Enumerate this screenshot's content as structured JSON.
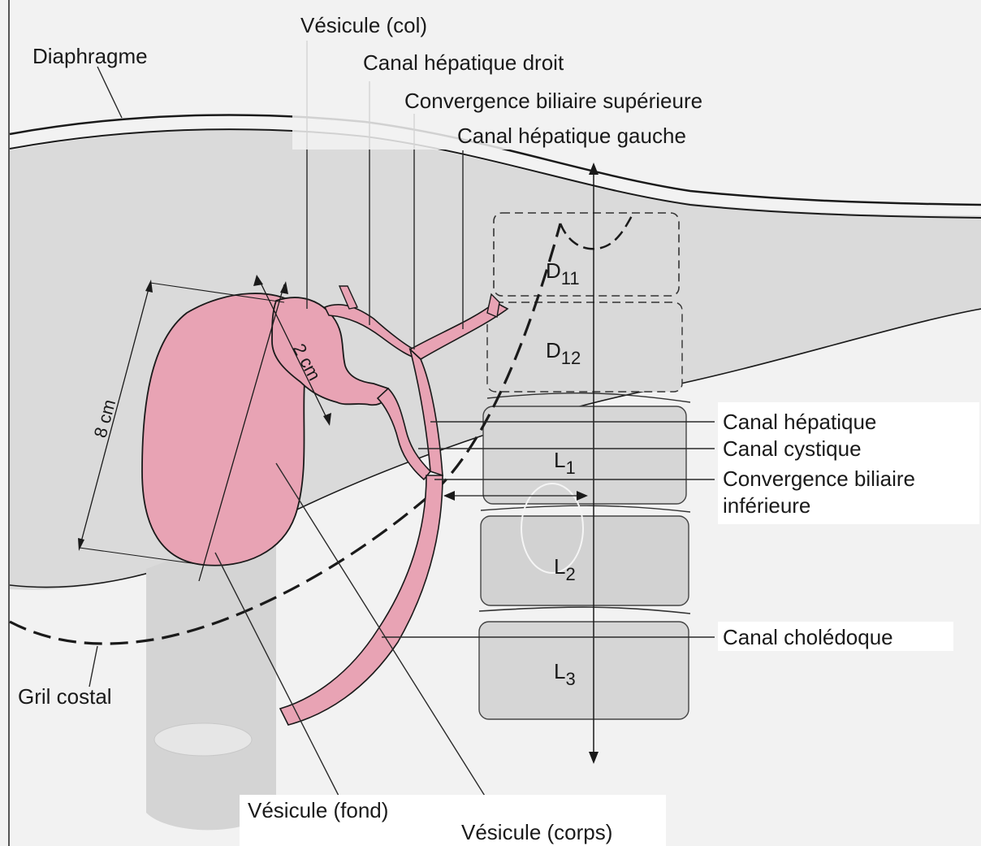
{
  "labels": {
    "vesicule_col": "Vésicule (col)",
    "diaphragme": "Diaphragme",
    "canal_hepatique_droit": "Canal hépatique droit",
    "convergence_superieure": "Convergence biliaire supérieure",
    "canal_hepatique_gauche": "Canal hépatique gauche",
    "canal_hepatique": "Canal hépatique",
    "canal_cystique": "Canal cystique",
    "convergence_inferieure_1": "Convergence biliaire",
    "convergence_inferieure_2": "inférieure",
    "canal_choledoque": "Canal cholédoque",
    "gril_costal": "Gril costal",
    "vesicule_fond": "Vésicule (fond)",
    "vesicule_corps": "Vésicule (corps)"
  },
  "measures": {
    "length_8cm": "8 cm",
    "length_2cm": "2 cm"
  },
  "vertebrae": {
    "d11_main": "D",
    "d11_sub": "11",
    "d12_main": "D",
    "d12_sub": "12",
    "l1_main": "L",
    "l1_sub": "1",
    "l2_main": "L",
    "l2_sub": "2",
    "l3_main": "L",
    "l3_sub": "3"
  },
  "colors": {
    "gallbladder": "#e8a3b4",
    "liver_shade": "#d9d9d9",
    "outline": "#1a1a1a"
  }
}
